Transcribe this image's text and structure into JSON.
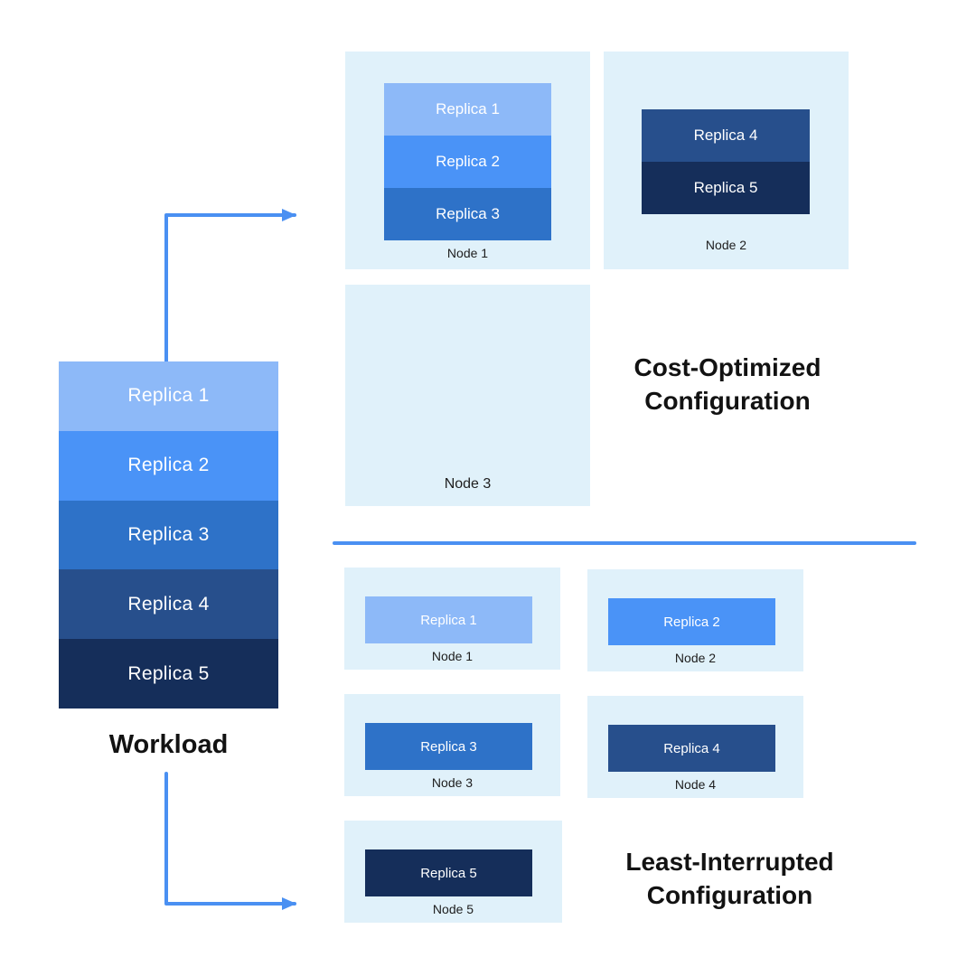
{
  "left": {
    "workload_label": "Workload",
    "replicas": [
      {
        "label": "Replica 1",
        "color": "#8db9f8"
      },
      {
        "label": "Replica 2",
        "color": "#4a93f7"
      },
      {
        "label": "Replica 3",
        "color": "#2e72c8"
      },
      {
        "label": "Replica 4",
        "color": "#274f8c"
      },
      {
        "label": "Replica 5",
        "color": "#152e5a"
      }
    ]
  },
  "cost_optimized": {
    "title_line1": "Cost-Optimized",
    "title_line2": "Configuration",
    "nodes": [
      {
        "label": "Node 1",
        "replicas": [
          {
            "label": "Replica 1",
            "color": "#8db9f8"
          },
          {
            "label": "Replica 2",
            "color": "#4a93f7"
          },
          {
            "label": "Replica 3",
            "color": "#2e72c8"
          }
        ]
      },
      {
        "label": "Node 2",
        "replicas": [
          {
            "label": "Replica 4",
            "color": "#274f8c"
          },
          {
            "label": "Replica 5",
            "color": "#152e5a"
          }
        ]
      },
      {
        "label": "Node 3",
        "replicas": []
      }
    ]
  },
  "least_interrupted": {
    "title_line1": "Least-Interrupted",
    "title_line2": "Configuration",
    "nodes": [
      {
        "label": "Node 1",
        "replica": {
          "label": "Replica 1",
          "color": "#8db9f8"
        }
      },
      {
        "label": "Node 2",
        "replica": {
          "label": "Replica 2",
          "color": "#4a93f7"
        }
      },
      {
        "label": "Node 3",
        "replica": {
          "label": "Replica 3",
          "color": "#2e72c8"
        }
      },
      {
        "label": "Node 4",
        "replica": {
          "label": "Replica 4",
          "color": "#274f8c"
        }
      },
      {
        "label": "Node 5",
        "replica": {
          "label": "Replica 5",
          "color": "#152e5a"
        }
      }
    ]
  },
  "colors": {
    "arrow": "#4a90f2",
    "node_panel": "#e0f1fa",
    "title_text": "#121212",
    "node_label_text": "#1d1d1d"
  }
}
